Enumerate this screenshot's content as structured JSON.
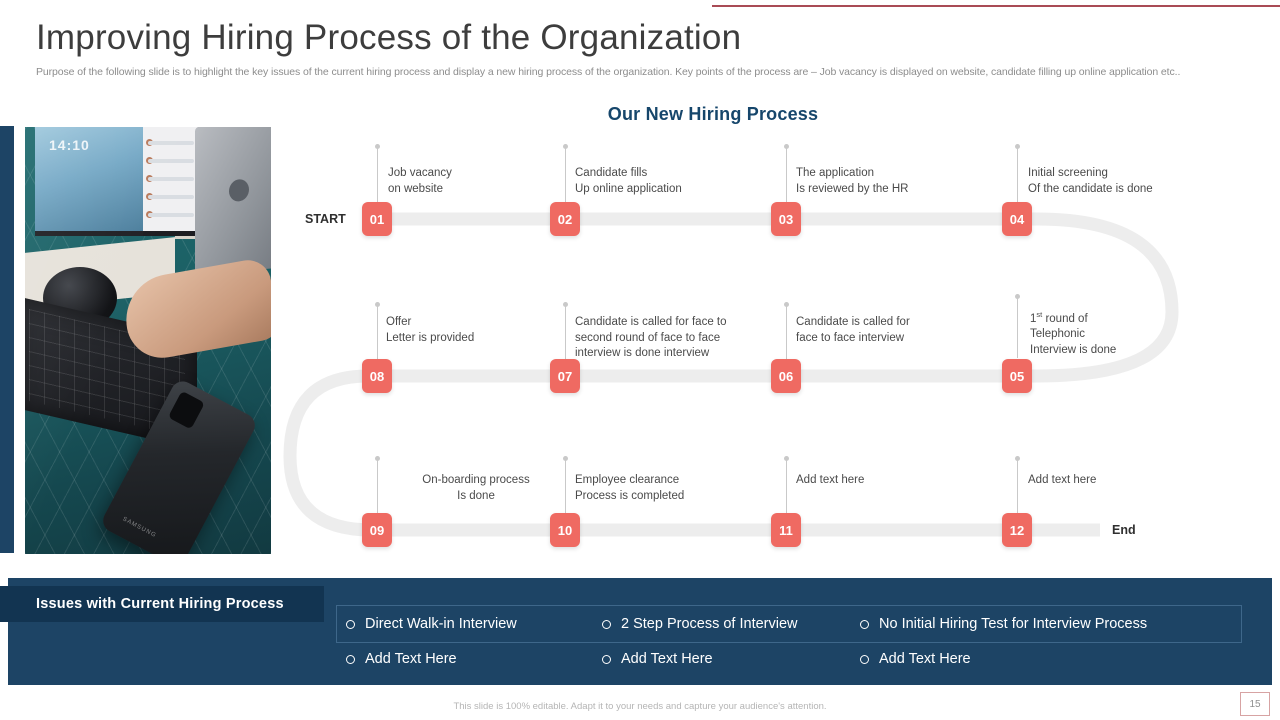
{
  "header": {
    "title": "Improving Hiring Process of the Organization",
    "subtitle": "Purpose of the following slide is to highlight the key issues of the current hiring process and display a new hiring process of the organization. Key points of the process are – Job vacancy is displayed on website, candidate filling up online application etc.."
  },
  "section": {
    "heading": "Our New Hiring Process"
  },
  "flow": {
    "start_label": "START",
    "end_label": "End",
    "steps": [
      {
        "number": "01",
        "caption": "Job vacancy\non website"
      },
      {
        "number": "02",
        "caption": "Candidate fills\nUp online application"
      },
      {
        "number": "03",
        "caption": "The application\nIs reviewed  by the HR"
      },
      {
        "number": "04",
        "caption": "Initial  screening\nOf the candidate is done"
      },
      {
        "number": "05",
        "caption_html": "1<sup>st</sup> round of<br>Telephonic<br>Interview is done",
        "caption": "1st round of Telephonic Interview is done"
      },
      {
        "number": "06",
        "caption": "Candidate is called for\nface to face interview"
      },
      {
        "number": "07",
        "caption": "Candidate is called for face to\nsecond round of face to face\ninterview is done interview"
      },
      {
        "number": "08",
        "caption": "Offer\nLetter is provided"
      },
      {
        "number": "09",
        "caption": "On-boarding  process\nIs done"
      },
      {
        "number": "10",
        "caption": "Employee clearance\nProcess is completed"
      },
      {
        "number": "11",
        "caption": "Add text here"
      },
      {
        "number": "12",
        "caption": "Add text here"
      }
    ]
  },
  "issues": {
    "label": "Issues  with Current Hiring Process",
    "row1": [
      "Direct Walk-in Interview",
      "2 Step Process of Interview",
      "No Initial Hiring Test for Interview  Process"
    ],
    "row2": [
      "Add Text Here",
      "Add Text Here",
      "Add Text Here"
    ]
  },
  "footer": {
    "note": "This slide is 100% editable. Adapt it to your needs and capture your audience's attention.",
    "page_number": "15"
  },
  "colors": {
    "accent_navy": "#1d4465",
    "accent_coral": "#ef6a62",
    "heading_blue": "#16466b",
    "top_rule": "#a94b55"
  }
}
